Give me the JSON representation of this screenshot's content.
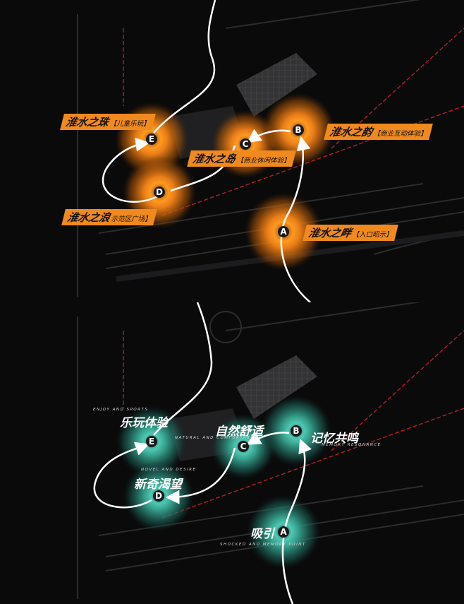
{
  "top": {
    "nodes": [
      {
        "letter": "A"
      },
      {
        "letter": "B"
      },
      {
        "letter": "C"
      },
      {
        "letter": "D"
      },
      {
        "letter": "E"
      }
    ],
    "labels": {
      "A": {
        "main": "淮水之畔",
        "sub": "【入口昭示】"
      },
      "B": {
        "main": "淮水之韵",
        "sub": "【商业互动体验】"
      },
      "C": {
        "main": "淮水之岛",
        "sub": "【商业休闲体验】"
      },
      "D": {
        "main": "淮水之浪",
        "sub": "示范区广场】"
      },
      "E": {
        "main": "淮水之珠",
        "sub": "【儿童乐玩】"
      }
    },
    "glow_color": "#f08a1e"
  },
  "bottom": {
    "nodes": [
      {
        "letter": "A"
      },
      {
        "letter": "B"
      },
      {
        "letter": "C"
      },
      {
        "letter": "D"
      },
      {
        "letter": "E"
      }
    ],
    "labels": {
      "A": {
        "title": "吸引",
        "en": "SHOCKED AND MEMORY POINT"
      },
      "B": {
        "title": "记忆共鸣",
        "en": "MEMORY RESONANCE"
      },
      "C": {
        "title": "自然舒适",
        "en": "NATURAL AND COMFORTABLE"
      },
      "D": {
        "title": "新奇渴望",
        "en": "NOVEL AND DESIRE"
      },
      "E": {
        "title": "乐玩体验",
        "en": "ENJOY AND SPORTS"
      }
    },
    "glow_color": "#3fb8a4"
  }
}
